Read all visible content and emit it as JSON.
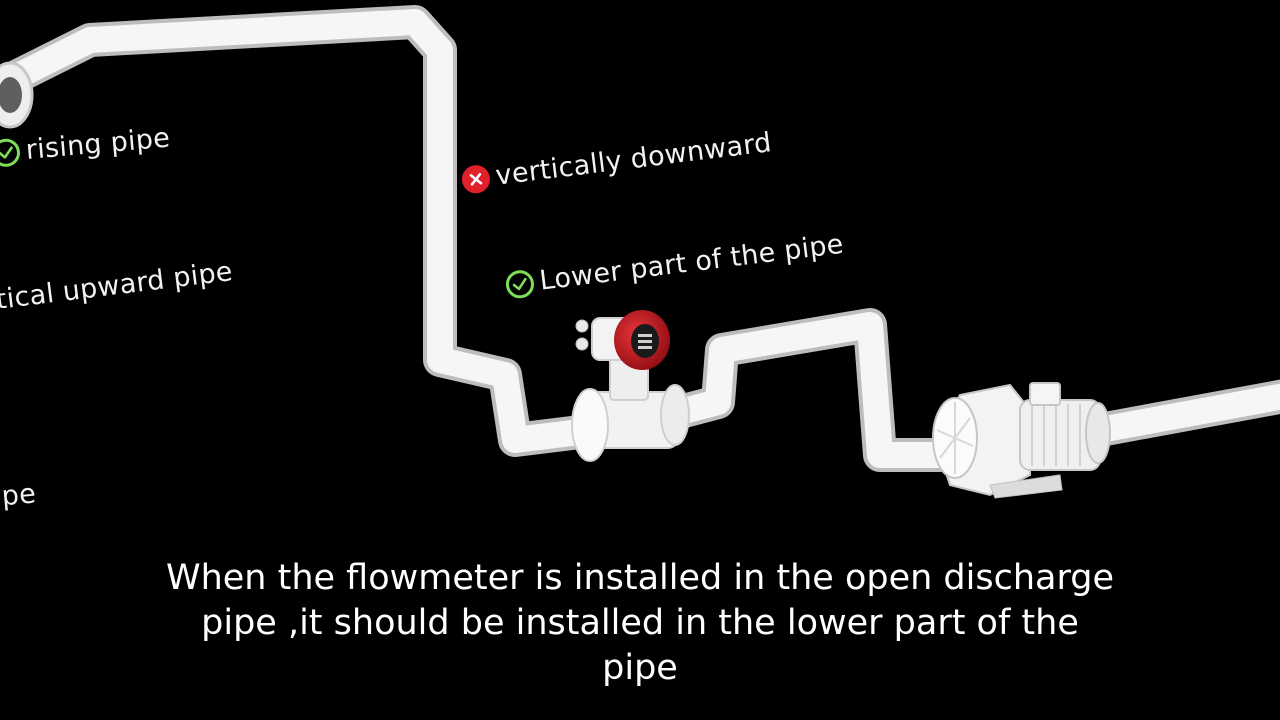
{
  "labels": {
    "rising_pipe": "rising pipe",
    "vertically_downward": "vertically downward",
    "lower_part": "Lower part of the pipe",
    "vertical_upward_partial": "tical upward pipe",
    "pipe_partial": "ipe"
  },
  "subtitle": {
    "line1": "When the flowmeter is installed in the open discharge",
    "line2": "pipe ,it should be installed in the lower part of the",
    "line3": "pipe"
  },
  "colors": {
    "background": "#000000",
    "pipe": "#f4f4f4",
    "check": "#7fdc5a",
    "cross": "#e0202a",
    "meter_head": "#c8141c"
  },
  "icons": {
    "correct": "check-circle-icon",
    "wrong": "cross-circle-icon"
  }
}
